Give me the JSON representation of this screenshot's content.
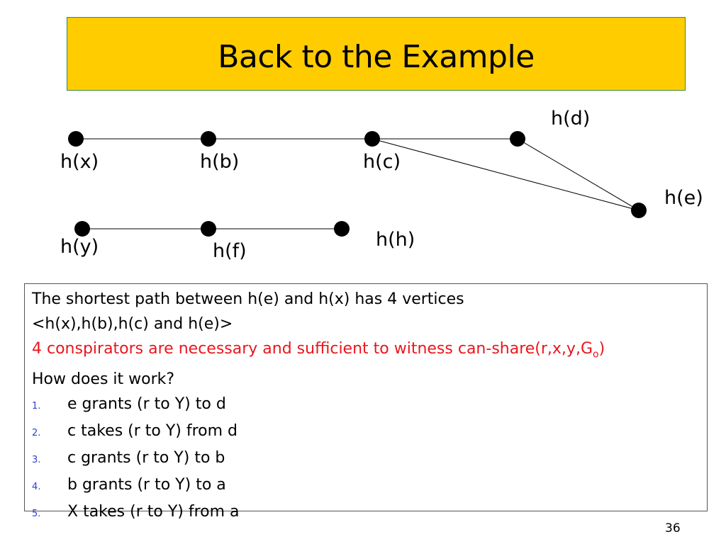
{
  "slide": {
    "title": "Back to the Example",
    "page_number": "36"
  },
  "graph": {
    "nodes": [
      {
        "id": "x",
        "label": "h(x)"
      },
      {
        "id": "b",
        "label": "h(b)"
      },
      {
        "id": "c",
        "label": "h(c)"
      },
      {
        "id": "d",
        "label": "h(d)"
      },
      {
        "id": "e",
        "label": "h(e)"
      },
      {
        "id": "y",
        "label": "h(y)"
      },
      {
        "id": "f",
        "label": "h(f)"
      },
      {
        "id": "h",
        "label": "h(h)"
      }
    ],
    "edges": [
      [
        "x",
        "b"
      ],
      [
        "b",
        "c"
      ],
      [
        "c",
        "d"
      ],
      [
        "d",
        "e"
      ],
      [
        "c",
        "e"
      ],
      [
        "y",
        "f"
      ],
      [
        "f",
        "h"
      ]
    ]
  },
  "box": {
    "line1": "The shortest path between h(e) and h(x) has 4 vertices",
    "line2": "<h(x),h(b),h(c) and h(e)>",
    "line3_main": "4 conspirators are necessary and sufficient to witness can-share(r,x,y,G",
    "line3_sub": "o",
    "line3_end": ")",
    "line4": "How does it work?",
    "steps": [
      {
        "num": "1.",
        "text": "e grants (r to Y) to d"
      },
      {
        "num": "2.",
        "text": "c takes (r to Y) from d"
      },
      {
        "num": "3.",
        "text": "c grants (r to Y) to b"
      },
      {
        "num": "4.",
        "text": "b grants (r to Y) to a"
      },
      {
        "num": "5.",
        "text": "X takes (r to Y) from a"
      }
    ]
  }
}
